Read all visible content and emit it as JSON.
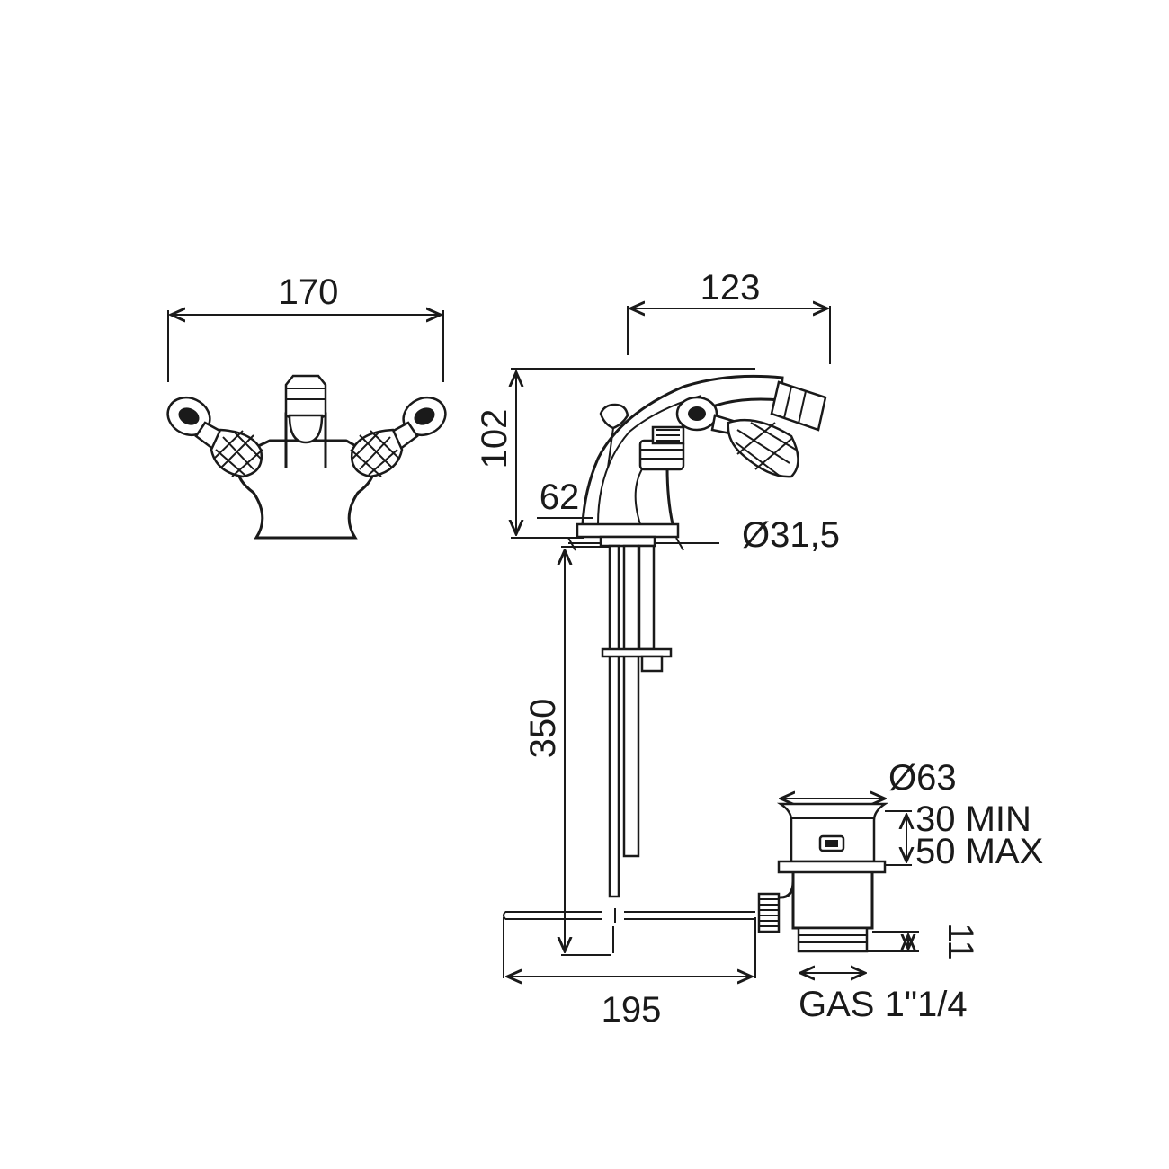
{
  "dimensions": {
    "front_width": "170",
    "side_spout_reach": "123",
    "side_height": "102",
    "side_base": "62",
    "mount_diameter": "Ø31,5",
    "flex_length": "350",
    "rod_length": "195",
    "waste_diameter": "Ø63",
    "waste_min": "30 MIN",
    "waste_max": "50 MAX",
    "waste_thread_height": "11",
    "waste_thread": "GAS 1\"1/4"
  },
  "colors": {
    "line": "#1a1a1a",
    "background": "#ffffff"
  }
}
